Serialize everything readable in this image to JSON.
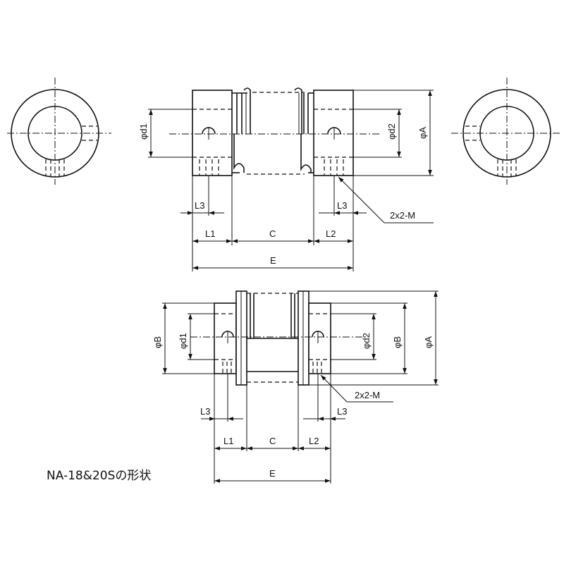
{
  "labels": {
    "phi_d1": "φd1",
    "phi_d2": "φd2",
    "phi_A": "φA",
    "phi_B": "φB",
    "L1": "L1",
    "L2": "L2",
    "L3": "L3",
    "C": "C",
    "E": "E",
    "screw": "2x2-M"
  },
  "caption": "NA-18&20Sの形状"
}
